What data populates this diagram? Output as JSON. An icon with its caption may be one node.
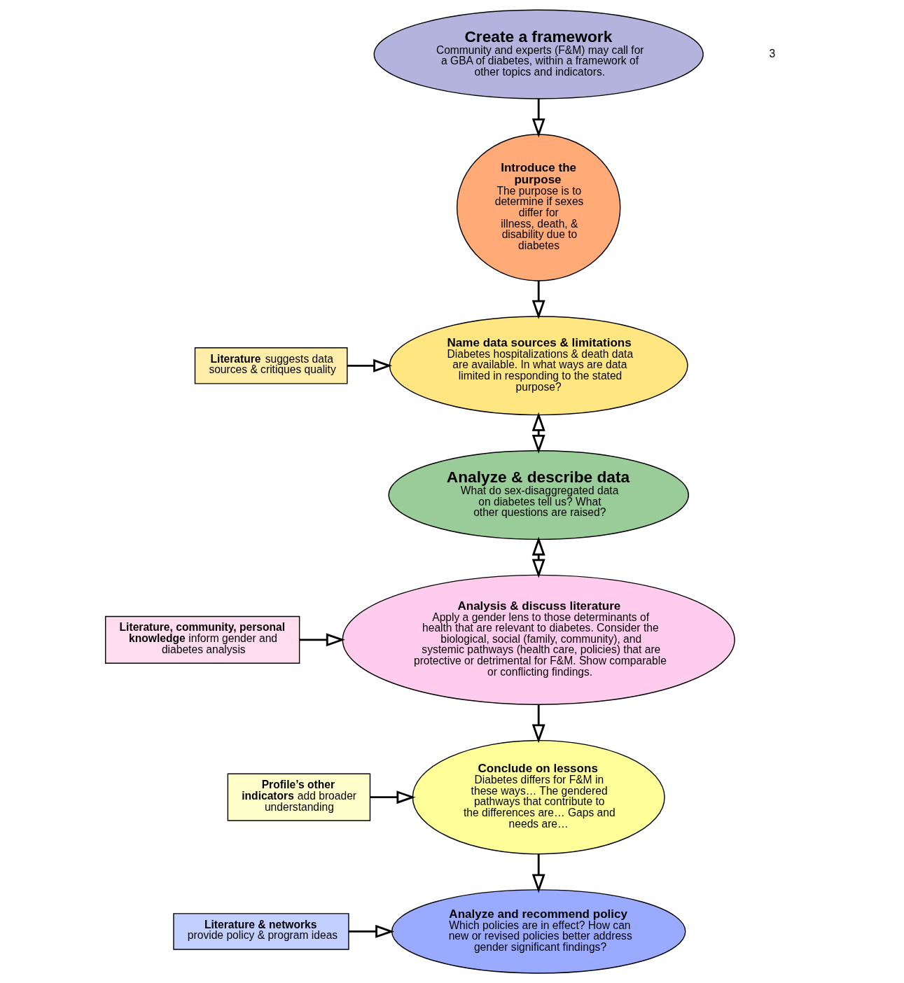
{
  "diagram": {
    "nodes": [
      {
        "text": [
          "Create a framework",
          "Community and experts (F&M) may call for a GBA of diabetes, within a framework of other topics and indicators."
        ]
      },
      {
        "text": [
          "Introduce the purpose",
          "The purpose is to determine if sexes differ for illness, death, & disability due to diabetes"
        ]
      },
      {
        "text": [
          "Name data sources & limitations",
          "Diabetes hospitalizations & death data are available. In what ways are data limited in responding to the stated purpose?"
        ]
      },
      {
        "text": [
          "**Literature** suggests data sources & critiques quality"
        ]
      },
      {
        "text": [
          "Analyze & describe data",
          "What do sex-disaggregated data on diabetes tell us? What other questions are raised?"
        ]
      },
      {
        "text": [
          "Analysis & discuss literature",
          "Apply a gender lens to those determinants of health that are relevant to diabetes. Consider the biological, social (family, community), and systemic pathways (health care, policies) that are protective or detrimental for F&M. Show comparable or conflicting findings."
        ]
      },
      {
        "text": [
          "**Literature, community, personal knowledge** inform gender and diabetes analysis"
        ]
      },
      {
        "text": [
          "Conclude on lessons",
          "Diabetes differs for F&M in these ways… The gendered pathways that contribute to the differences are… Gaps and needs are…"
        ]
      },
      {
        "text": [
          "**Profile’s other indicators** add broader understanding"
        ]
      },
      {
        "text": [
          "Analyze and recommend policy",
          "Which policies are in effect? How can new or revised policies better address gender significant findings?"
        ]
      },
      {
        "text": [
          "**Literature & networks** provide policy & program ideas"
        ]
      }
    ],
    "edges": [
      {
        "from": 0,
        "to": 1,
        "arrow": "to"
      },
      {
        "from": 1,
        "to": 2,
        "arrow": "to"
      },
      {
        "from": 3,
        "to": 2,
        "arrow": "to"
      },
      {
        "from": 2,
        "to": 4,
        "arrow": "both"
      },
      {
        "from": 4,
        "to": 5,
        "arrow": "both"
      },
      {
        "from": 6,
        "to": 5,
        "arrow": "to"
      },
      {
        "from": 5,
        "to": 7,
        "arrow": "to"
      },
      {
        "from": 8,
        "to": 7,
        "arrow": "to"
      },
      {
        "from": 7,
        "to": 9,
        "arrow": "to"
      },
      {
        "from": 10,
        "to": 9,
        "arrow": "to"
      }
    ],
    "labels": [
      "3"
    ]
  }
}
